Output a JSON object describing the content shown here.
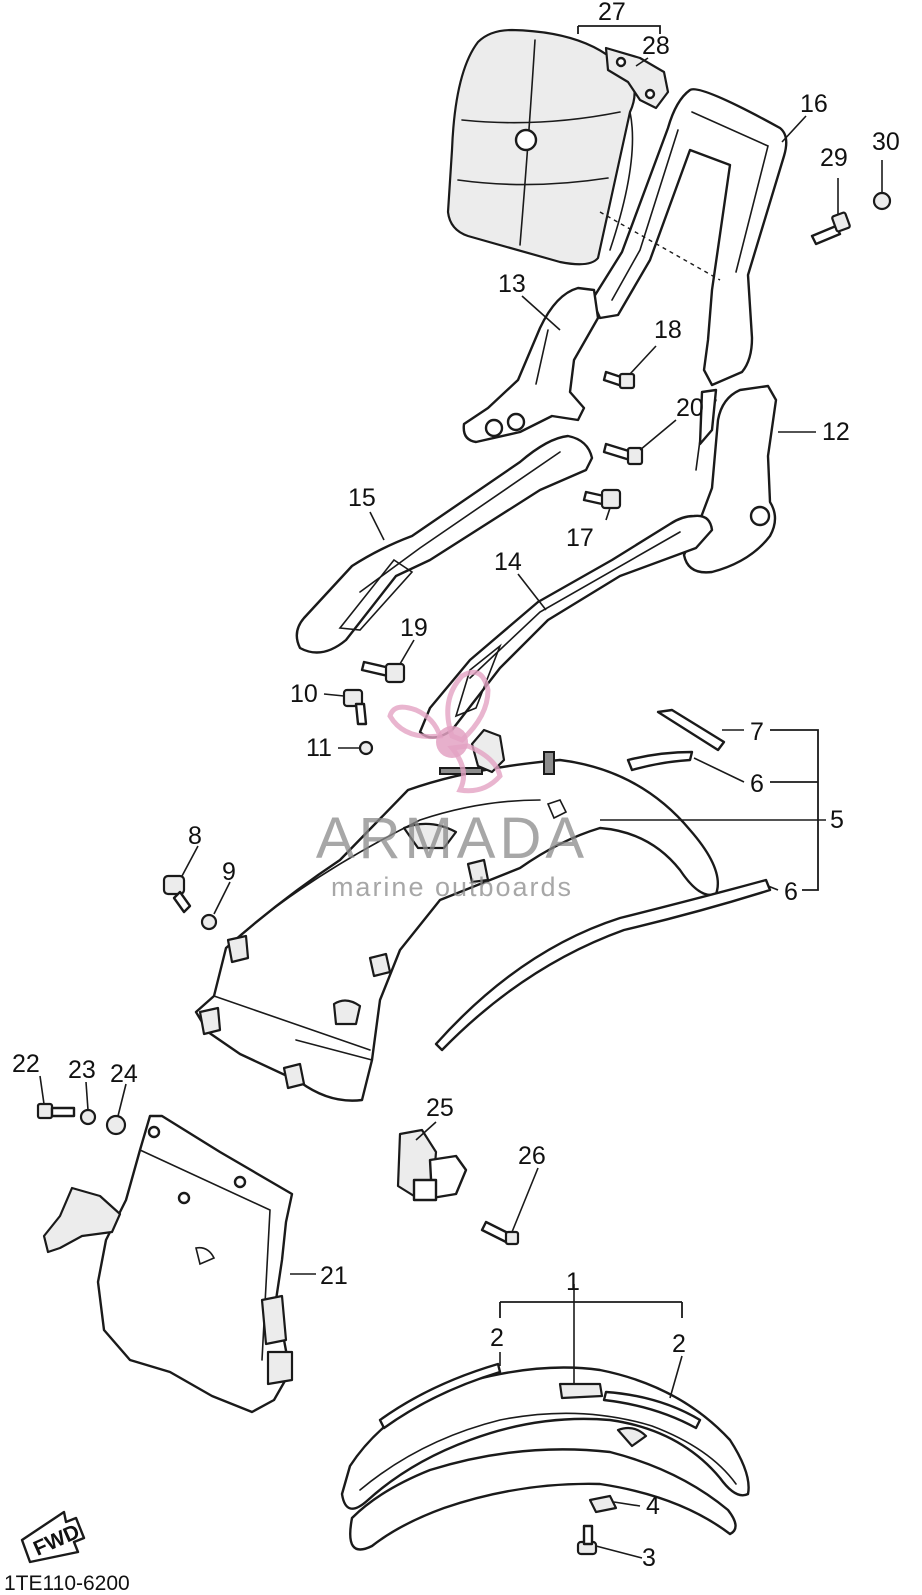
{
  "watermark": {
    "brand": "ARMADA",
    "tagline": "marine outboards",
    "accent_color": "#e3a2c3"
  },
  "diagram_code": "1TE110-6200",
  "fwd_label": "FWD",
  "callouts": {
    "n1": "1",
    "n2a": "2",
    "n2b": "2",
    "n3": "3",
    "n4": "4",
    "n5": "5",
    "n6a": "6",
    "n6b": "6",
    "n7": "7",
    "n8": "8",
    "n9": "9",
    "n10": "10",
    "n11": "11",
    "n12": "12",
    "n13": "13",
    "n14": "14",
    "n15": "15",
    "n16": "16",
    "n17": "17",
    "n18": "18",
    "n19": "19",
    "n20": "20",
    "n21": "21",
    "n22": "22",
    "n23": "23",
    "n24": "24",
    "n25": "25",
    "n26": "26",
    "n27": "27",
    "n28": "28",
    "n29": "29",
    "n30": "30"
  }
}
